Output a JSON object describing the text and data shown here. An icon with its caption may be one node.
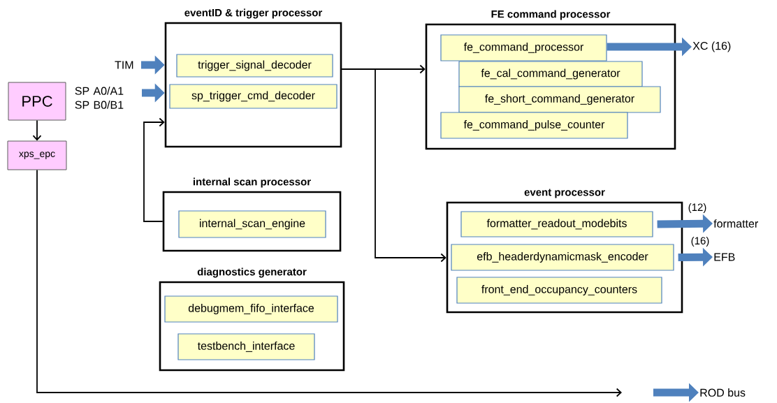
{
  "diagram": {
    "nodes": [
      {
        "text": [
          "PPC"
        ]
      },
      {
        "text": [
          "xps_epc"
        ]
      },
      {
        "text": [
          "TIM"
        ]
      },
      {
        "text": [
          "SP A0/A1 SP B0/B1"
        ]
      },
      {
        "text": [
          "eventID & trigger processor"
        ]
      },
      {
        "text": [
          "trigger_signal_decoder"
        ],
        "in": 4
      },
      {
        "text": [
          "sp_trigger_cmd_decoder"
        ],
        "in": 4
      },
      {
        "text": [
          "internal scan processor"
        ]
      },
      {
        "text": [
          "internal_scan_engine"
        ],
        "in": 7
      },
      {
        "text": [
          "diagnostics generator"
        ]
      },
      {
        "text": [
          "debugmem_fifo_interface"
        ],
        "in": 9
      },
      {
        "text": [
          "testbench_interface"
        ],
        "in": 9
      },
      {
        "text": [
          "FE command processor"
        ]
      },
      {
        "text": [
          "fe_command_processor"
        ],
        "in": 12
      },
      {
        "text": [
          "fe_cal_command_generator"
        ],
        "in": 12
      },
      {
        "text": [
          "fe_short_command_generator"
        ],
        "in": 12
      },
      {
        "text": [
          "fe_command_pulse_counter"
        ],
        "in": 12
      },
      {
        "text": [
          "XC (16)"
        ]
      },
      {
        "text": [
          "event processor"
        ]
      },
      {
        "text": [
          "formatter_readout_modebits"
        ],
        "in": 18
      },
      {
        "text": [
          "efb_headerdynamicmask_encoder"
        ],
        "in": 18
      },
      {
        "text": [
          "front_end_occupancy_counters"
        ],
        "in": 18
      },
      {
        "text": [
          "formatter"
        ]
      },
      {
        "text": [
          "EFB"
        ]
      },
      {
        "text": [
          "ROD bus"
        ]
      }
    ],
    "edges": [
      {
        "from": 0,
        "to": 1,
        "arrow": "to",
        "color": "#000000"
      },
      {
        "from": 2,
        "to": 4,
        "arrow": "to"
      },
      {
        "from": 3,
        "to": 4,
        "arrow": "to"
      },
      {
        "from": 7,
        "to": 4,
        "arrow": "to",
        "color": "#000000"
      },
      {
        "from": 4,
        "to": 12,
        "arrow": "to",
        "color": "#000000"
      },
      {
        "from": 4,
        "to": 18,
        "arrow": "to",
        "color": "#000000"
      },
      {
        "from": 13,
        "to": 17,
        "arrow": "to"
      },
      {
        "from": 19,
        "to": 22,
        "arrow": "to",
        "label": "(12)"
      },
      {
        "from": 20,
        "to": 23,
        "arrow": "to",
        "label": "(16)"
      },
      {
        "from": 1,
        "to": null,
        "arrow": "to",
        "color": "#000000"
      },
      {
        "from": null,
        "to": 24,
        "arrow": "to"
      }
    ]
  }
}
